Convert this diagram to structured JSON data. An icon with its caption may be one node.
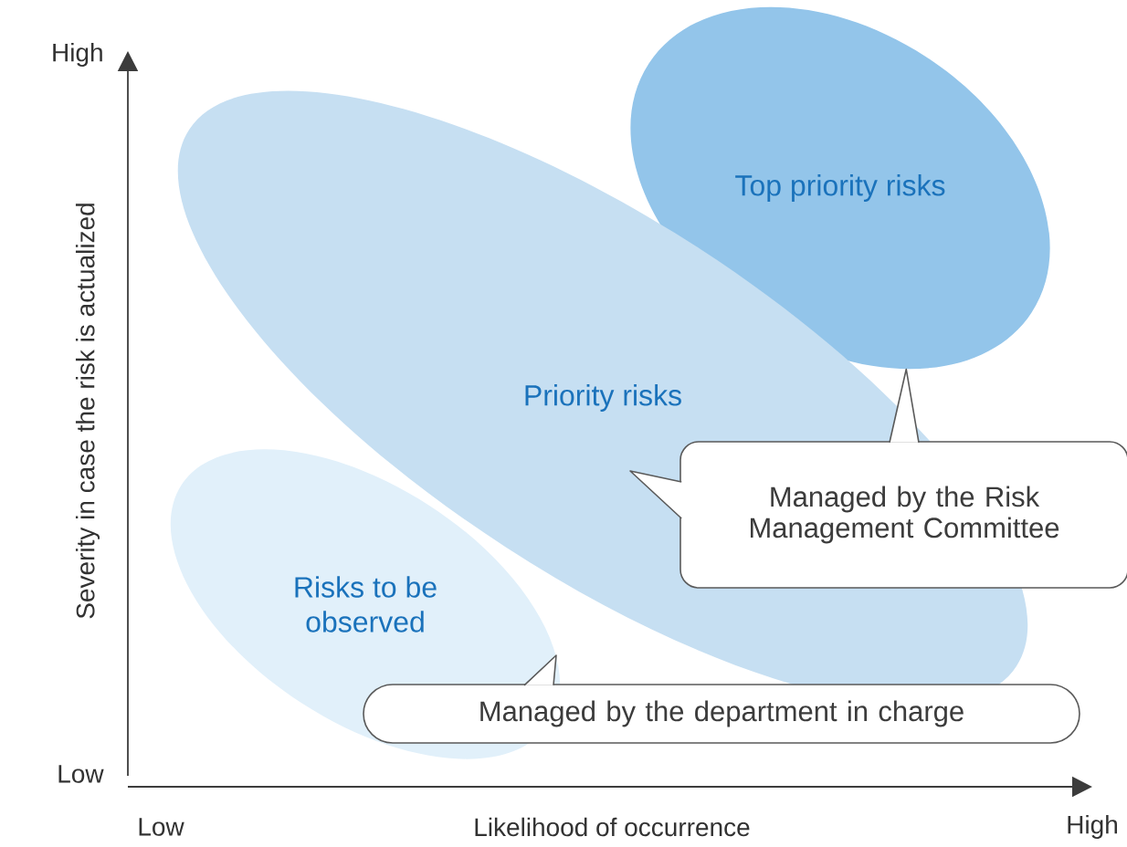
{
  "diagram": {
    "nodes": [
      {
        "text": [
          "Top priority risks"
        ]
      },
      {
        "text": [
          "Priority risks"
        ]
      },
      {
        "text": [
          "Risks to be observed"
        ]
      },
      {
        "text": [
          "Managed by the Risk Management Committee"
        ]
      },
      {
        "text": [
          "Managed by the department in charge"
        ]
      }
    ],
    "edges": [
      {
        "from": 3,
        "to": 0,
        "arrow": "to"
      },
      {
        "from": 3,
        "to": 1,
        "arrow": "to"
      },
      {
        "from": 4,
        "to": 2,
        "arrow": "to"
      }
    ],
    "labels": [
      "High",
      "Severity in case the risk is actualized",
      "Low",
      "Low",
      "Likelihood of occurrence",
      "High"
    ]
  }
}
